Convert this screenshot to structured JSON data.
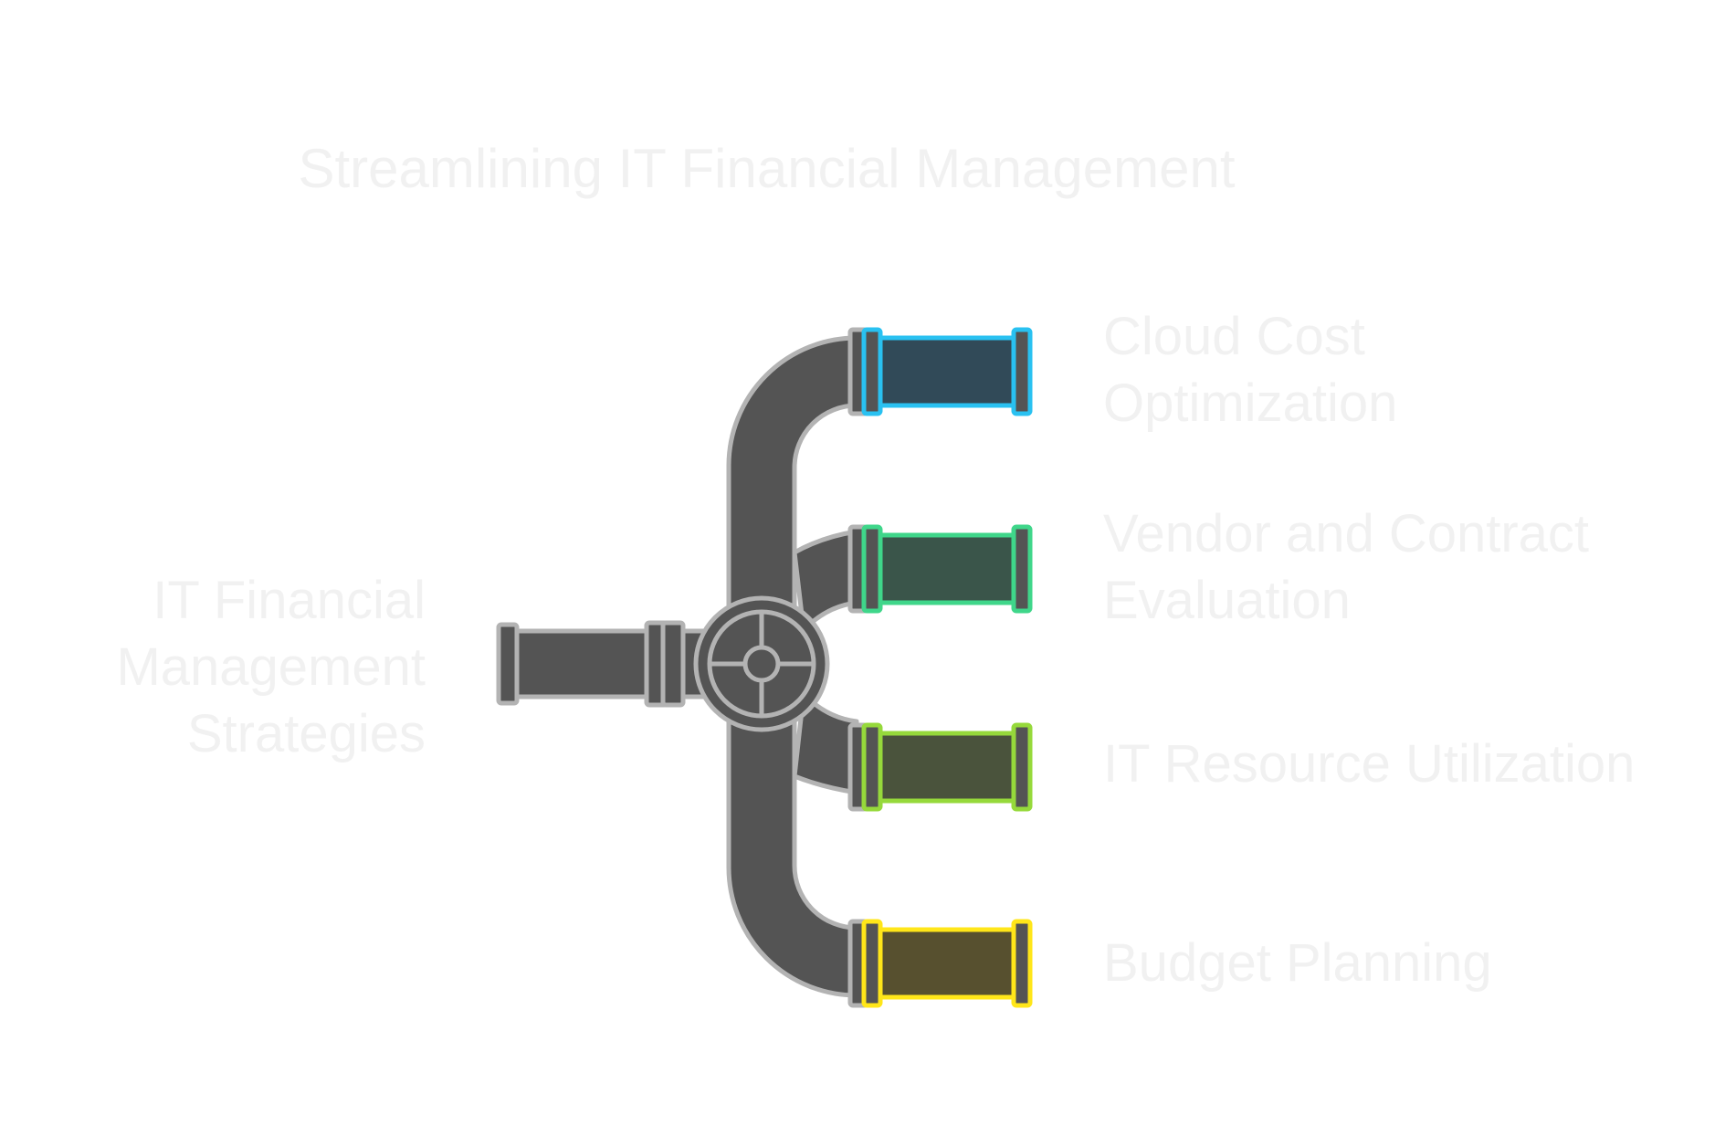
{
  "title": "Streamlining IT Financial Management",
  "source": {
    "label": "IT Financial\nManagement\nStrategies"
  },
  "outputs": [
    {
      "label": "Cloud Cost\nOptimization",
      "accent": "#29c1f1",
      "fill": "#314a58"
    },
    {
      "label": "Vendor and Contract\nEvaluation",
      "accent": "#3fd68a",
      "fill": "#3a554a"
    },
    {
      "label": "IT Resource Utilization",
      "accent": "#96d93b",
      "fill": "#4a533c"
    },
    {
      "label": "Budget Planning",
      "accent": "#ffe619",
      "fill": "#57502f"
    }
  ],
  "colors": {
    "pipe": "#545454",
    "pipe_stroke": "#b3b3b3",
    "text": "#f1f1f1"
  }
}
